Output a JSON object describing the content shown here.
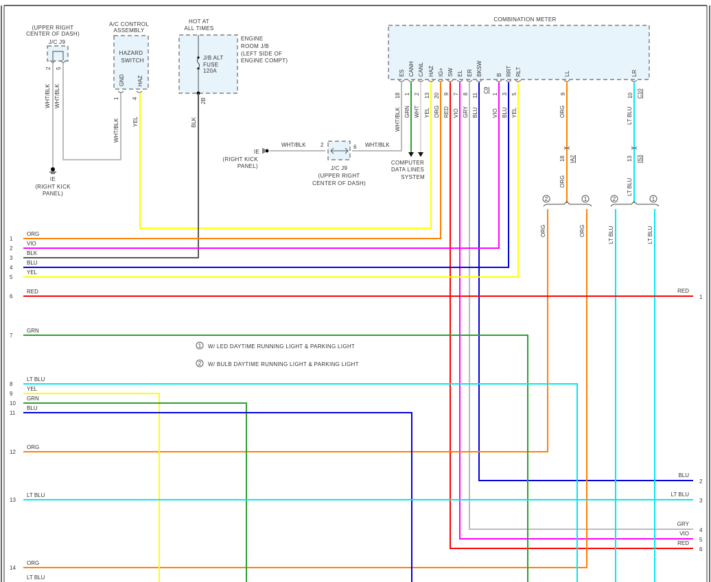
{
  "components": {
    "combination_meter": {
      "title": "COMBINATION METER",
      "pins": [
        {
          "name": "ES",
          "num": "18",
          "wire": "WHT/BLK",
          "color": "#c8c8c8"
        },
        {
          "name": "CANH",
          "num": "1",
          "wire": "GRN",
          "color": "#2aa02a"
        },
        {
          "name": "CANL",
          "num": "2",
          "wire": "WHT",
          "color": "#d8d8d8"
        },
        {
          "name": "HAZ",
          "num": "13",
          "wire": "YEL",
          "color": "#ffff00"
        },
        {
          "name": "IG+",
          "num": "20",
          "wire": "ORG",
          "color": "#ff8000"
        },
        {
          "name": "SW",
          "num": "9",
          "wire": "RED",
          "color": "#ff0000"
        },
        {
          "name": "EL",
          "num": "7",
          "wire": "VIO",
          "color": "#ff00ff"
        },
        {
          "name": "ER",
          "num": "8",
          "wire": "GRY",
          "color": "#b8b8b8"
        },
        {
          "name": "BKSW",
          "num": "11",
          "wire": "BLU",
          "color": "#0000dd"
        },
        {
          "name": "B",
          "num": "1",
          "wire": "VIO",
          "color": "#ff00ff"
        },
        {
          "name": "RRT",
          "num": "3",
          "wire": "BLU",
          "color": "#0000dd"
        },
        {
          "name": "RLT",
          "num": "5",
          "wire": "YEL",
          "color": "#ffff00"
        },
        {
          "name": "LL",
          "num": "9",
          "wire": "ORG",
          "color": "#ff8000"
        },
        {
          "name": "LR",
          "num": "10",
          "wire": "LT BLU",
          "color": "#00e8f0"
        }
      ],
      "connectors": [
        "C9",
        "C10"
      ]
    },
    "ac_control": {
      "title_line1": "A/C CONTROL",
      "title_line2": "ASSEMBLY",
      "inner_line1": "HAZARD",
      "inner_line2": "SWITCH",
      "pin_gnd": "GND",
      "pin_haz": "HAZ",
      "num_gnd": "1",
      "num_haz": "4",
      "wire_gnd": "WHT/BLK",
      "wire_haz": "YEL"
    },
    "jc_j9_top": {
      "loc_line1": "(UPPER RIGHT",
      "loc_line2": "CENTER OF DASH)",
      "name": "J/C J9",
      "pin_a": "2",
      "pin_b": "5",
      "wire_a": "WHT/BLK",
      "wire_b": "WHT/BLK"
    },
    "ground_left": {
      "name": "IE",
      "loc_line1": "(RIGHT KICK",
      "loc_line2": "PANEL)"
    },
    "engine_jb": {
      "hot_line1": "HOT AT",
      "hot_line2": "ALL TIMES",
      "fuse_line1": "J/B ALT",
      "fuse_line2": "FUSE",
      "fuse_line3": "120A",
      "loc_line1": "ENGINE",
      "loc_line2": "ROOM J/B",
      "loc_line3": "(LEFT SIDE OF",
      "loc_line4": "ENGINE COMPT)",
      "connector": "2B",
      "wire": "BLK"
    },
    "ground_mid": {
      "name": "IE",
      "loc_line1": "(RIGHT KICK",
      "loc_line2": "PANEL)",
      "wire": "WHT/BLK"
    },
    "jc_j9_mid": {
      "name": "J/C J9",
      "loc_line1": "(UPPER RIGHT",
      "loc_line2": "CENTER OF DASH)",
      "pin_in": "2",
      "pin_out": "6",
      "wire_out": "WHT/BLK"
    },
    "computer_data": {
      "line1": "COMPUTER",
      "line2": "DATA LINES",
      "line3": "SYSTEM"
    },
    "ll_connector": {
      "pin": "18",
      "name": "IA2",
      "wire": "ORG"
    },
    "lr_connector": {
      "pin": "13",
      "name": "IS3",
      "wire": "LT BLU"
    },
    "branches": {
      "circle1": "1",
      "circle2": "2",
      "org": "ORG",
      "ltblu": "LT BLU"
    }
  },
  "legend": [
    {
      "mark": "1",
      "text": "W/ LED DAYTIME RUNNING LIGHT & PARKING LIGHT"
    },
    {
      "mark": "2",
      "text": "W/ BULB DAYTIME RUNNING LIGHT & PARKING LIGHT"
    }
  ],
  "left_wires": [
    {
      "num": "1",
      "label": "ORG",
      "color": "#ff8000"
    },
    {
      "num": "2",
      "label": "VIO",
      "color": "#ff00ff"
    },
    {
      "num": "3",
      "label": "BLK",
      "color": "#555555"
    },
    {
      "num": "4",
      "label": "BLU",
      "color": "#0000dd"
    },
    {
      "num": "5",
      "label": "YEL",
      "color": "#ffff00"
    },
    {
      "num": "6",
      "label": "RED",
      "color": "#ff0000"
    },
    {
      "num": "7",
      "label": "GRN",
      "color": "#2aa02a"
    },
    {
      "num": "8",
      "label": "LT BLU",
      "color": "#00e8f0"
    },
    {
      "num": "9",
      "label": "YEL",
      "color": "#ffff00"
    },
    {
      "num": "10",
      "label": "GRN",
      "color": "#2aa02a"
    },
    {
      "num": "11",
      "label": "BLU",
      "color": "#0000dd"
    },
    {
      "num": "12",
      "label": "ORG",
      "color": "#ff8000"
    },
    {
      "num": "13",
      "label": "LT BLU",
      "color": "#00e8f0"
    },
    {
      "num": "14",
      "label": "ORG",
      "color": "#ff8000"
    },
    {
      "num": "",
      "label": "LT BLU",
      "color": "#00e8f0"
    }
  ],
  "right_wires": [
    {
      "num": "1",
      "label": "RED"
    },
    {
      "num": "2",
      "label": "BLU"
    },
    {
      "num": "3",
      "label": "LT BLU"
    },
    {
      "num": "4",
      "label": "GRY"
    },
    {
      "num": "5",
      "label": "VIO"
    },
    {
      "num": "6",
      "label": "RED"
    }
  ]
}
